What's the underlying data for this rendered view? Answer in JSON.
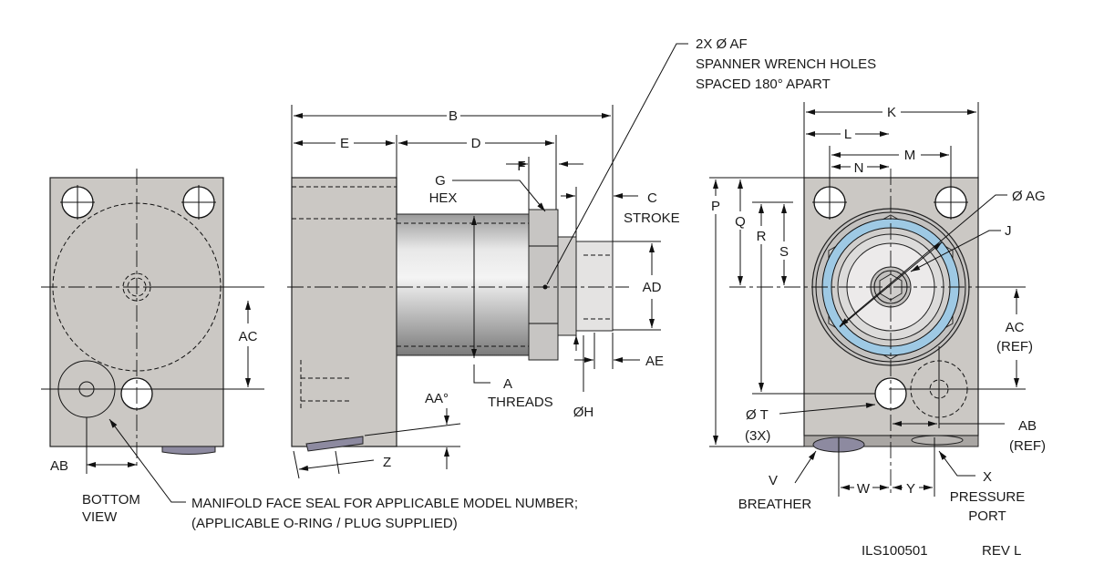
{
  "spanner_note": [
    "2X Ø AF",
    "SPANNER WRENCH HOLES",
    "SPACED 180° APART"
  ],
  "bottom_view": {
    "ac": "AC",
    "ab": "AB",
    "title": [
      "BOTTOM",
      "VIEW"
    ]
  },
  "seal_note": [
    "MANIFOLD FACE SEAL FOR APPLICABLE MODEL NUMBER;",
    "(APPLICABLE O-RING / PLUG SUPPLIED)"
  ],
  "side_view": {
    "b": "B",
    "e": "E",
    "d": "D",
    "f": "F",
    "g": [
      "G",
      "HEX"
    ],
    "c": [
      "C",
      "STROKE"
    ],
    "ad": "AD",
    "ae": "AE",
    "h": "ØH",
    "a": [
      "A",
      "THREADS"
    ],
    "aa": "AA°",
    "z": "Z"
  },
  "end_view": {
    "k": "K",
    "l": "L",
    "m": "M",
    "n": "N",
    "p": "P",
    "q": "Q",
    "r": "R",
    "s": "S",
    "ag": "Ø AG",
    "j": "J",
    "ac": [
      "AC",
      "(REF)"
    ],
    "t": [
      "Ø T",
      "(3X)"
    ],
    "ab": [
      "AB",
      "(REF)"
    ],
    "v": [
      "V",
      "BREATHER"
    ],
    "w": "W",
    "y": "Y",
    "x": [
      "X",
      "PRESSURE",
      "PORT"
    ]
  },
  "footer": {
    "drawing_number": "ILS100501",
    "revision": "REV L"
  },
  "colors": {
    "block": "#cbc8c4",
    "ring": "#9ec9e4"
  }
}
